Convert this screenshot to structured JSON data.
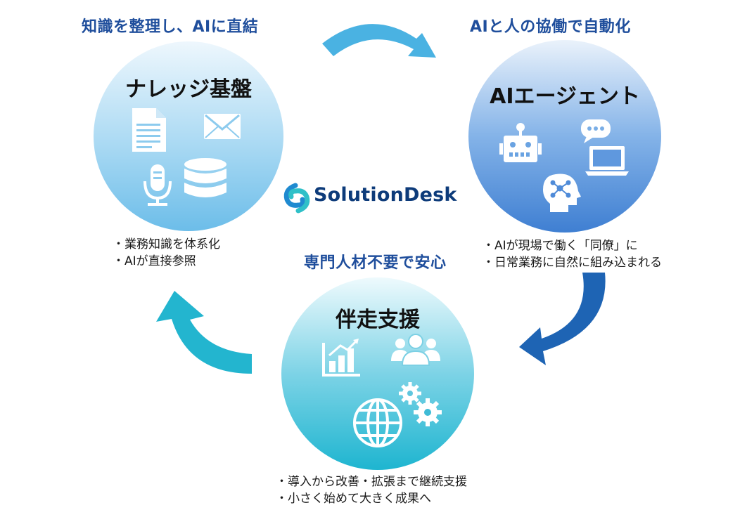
{
  "headings": {
    "top_left": "知識を整理し、AIに直結",
    "top_right": "AIと人の協働で自動化",
    "middle": "専門人材不要で安心"
  },
  "circles": {
    "knowledge": {
      "title": "ナレッジ基盤",
      "bullets": [
        "業務知識を体系化",
        "AIが直接参照"
      ],
      "icons": [
        "document-icon",
        "mail-icon",
        "microphone-icon",
        "database-icon"
      ]
    },
    "agent": {
      "title": "AIエージェント",
      "bullets": [
        "AIが現場で働く「同僚」に",
        "日常業務に自然に組み込まれる"
      ],
      "icons": [
        "robot-icon",
        "chat-bubble-icon",
        "laptop-icon",
        "ai-head-icon"
      ]
    },
    "support": {
      "title": "伴走支援",
      "bullets": [
        "導入から改善・拡張まで継続支援",
        "小さく始めて大きく成果へ"
      ],
      "icons": [
        "growth-chart-icon",
        "team-icon",
        "globe-icon",
        "gears-icon"
      ]
    }
  },
  "logo": {
    "text": "SolutionDesk"
  },
  "colors": {
    "heading": "#1f4e9c",
    "circle_knowledge": "#7ec3ea",
    "circle_agent": "#4a86d6",
    "circle_support": "#26b9d2",
    "arrow_top": "#4ab2e2",
    "arrow_right": "#1e64b4",
    "arrow_left": "#23b5cf"
  }
}
